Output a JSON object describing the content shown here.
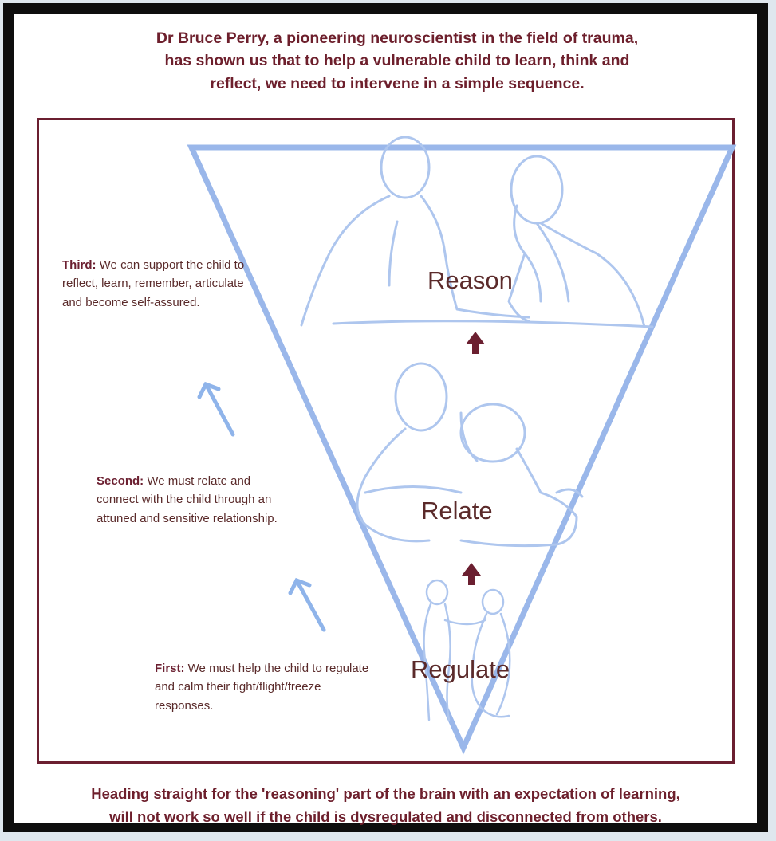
{
  "header": {
    "line1": "Dr Bruce Perry, a pioneering neuroscientist in the field of trauma,",
    "line2": "has shown us that to help a vulnerable child to learn, think and",
    "line3": "reflect, we need to intervene in a simple sequence."
  },
  "stages": {
    "reason": "Reason",
    "relate": "Relate",
    "regulate": "Regulate"
  },
  "steps": {
    "third": {
      "label": "Third:",
      "text": "We can support the child to reflect, learn, remember, articulate and become self-assured."
    },
    "second": {
      "label": "Second:",
      "text": "We must relate and connect with the child through an attuned and sensitive relationship."
    },
    "first": {
      "label": "First:",
      "text": "We must help the child to regulate and calm their fight/flight/freeze responses."
    }
  },
  "footer": {
    "line1": "Heading straight for the 'reasoning' part of the brain with an expectation of learning,",
    "line2": "will not work so well if the child is dysregulated and disconnected from others."
  },
  "colors": {
    "maroon": "#6b1f30",
    "triangle_blue": "#9ab7ea",
    "figure_blue": "#aec6ee",
    "arrow_blue": "#8fb4ea"
  }
}
